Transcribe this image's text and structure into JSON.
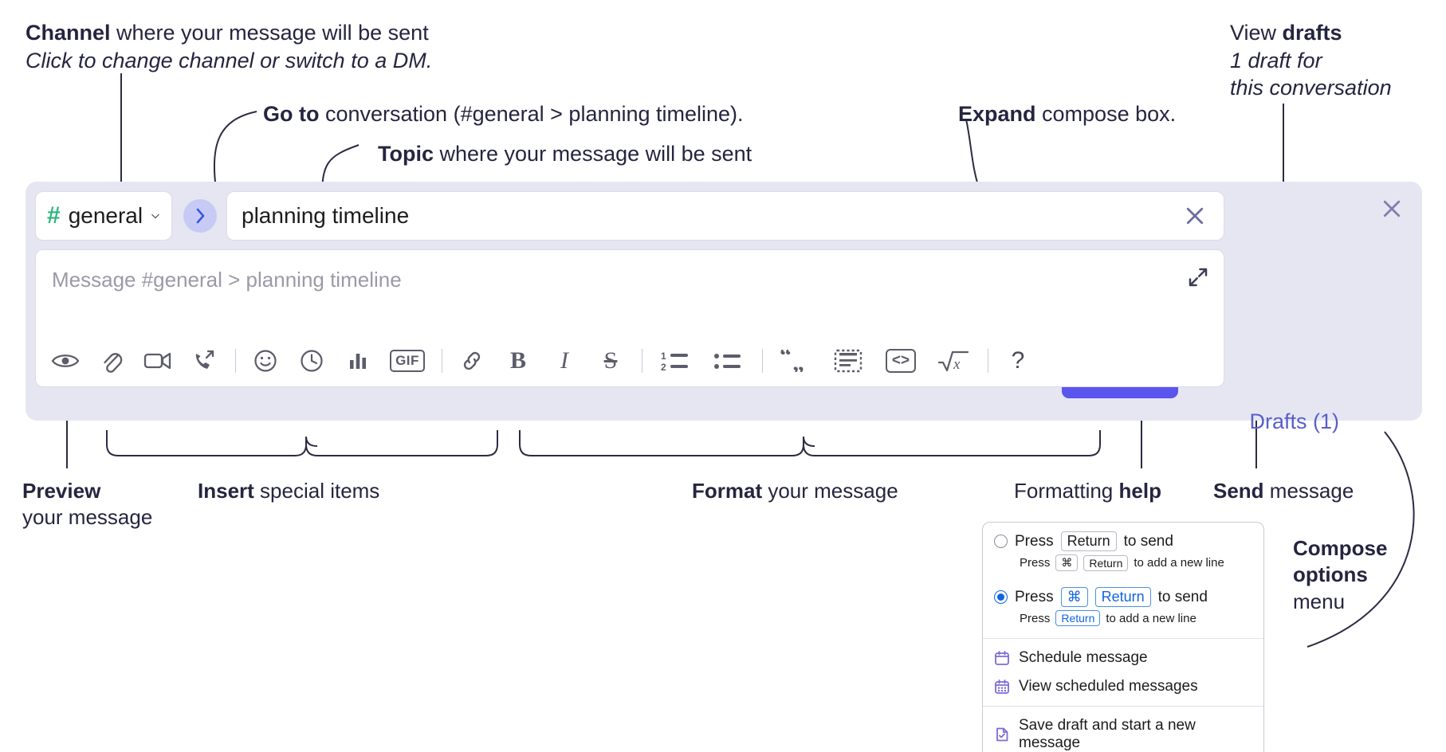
{
  "annotations": {
    "channel": {
      "bold": "Channel",
      "rest": " where your message will be sent",
      "italic": "Click to change channel or switch to a DM."
    },
    "goto": {
      "bold": "Go to",
      "rest": " conversation (#general > planning timeline)."
    },
    "topic": {
      "bold": "Topic",
      "rest": " where your message will be sent"
    },
    "expand": {
      "bold": "Expand",
      "rest": " compose box."
    },
    "drafts": {
      "bold1": "View ",
      "bold2": "drafts",
      "italic1": "1 draft for",
      "italic2": "this conversation"
    },
    "preview": {
      "bold": "Preview",
      "rest": "your message"
    },
    "insert": {
      "bold": "Insert",
      "rest": " special items"
    },
    "format": {
      "bold": "Format",
      "rest": " your message"
    },
    "help": {
      "pre": "Formatting ",
      "bold": "help"
    },
    "send": {
      "bold": "Send",
      "rest": " message"
    },
    "compose_options": {
      "bold1": "Compose",
      "bold2": "options",
      "rest": "menu"
    }
  },
  "compose": {
    "channel_chip": {
      "hash_icon": "hash-icon",
      "name": "general",
      "chevron_icon": "chevron-down-icon"
    },
    "goto_button": {
      "icon": "chevron-right-icon",
      "label": "›"
    },
    "topic": {
      "value": "planning timeline",
      "close_icon": "close-icon"
    },
    "message": {
      "placeholder": "Message #general > planning timeline",
      "expand_icon": "expand-icon"
    },
    "drafts_label": "Drafts (1)",
    "rail_close_icon": "close-icon",
    "send_button": {
      "icon": "send-icon"
    },
    "kebab_button": {
      "icon": "more-vertical-icon"
    },
    "toolbar": [
      {
        "name": "preview-button",
        "icon": "eye-icon"
      },
      {
        "name": "attach-button",
        "icon": "paperclip-icon"
      },
      {
        "name": "video-button",
        "icon": "video-camera-icon"
      },
      {
        "name": "huddle-button",
        "icon": "phone-arrow-icon"
      },
      {
        "name": "emoji-button",
        "icon": "smiley-icon"
      },
      {
        "name": "reminder-button",
        "icon": "clock-icon"
      },
      {
        "name": "poll-button",
        "icon": "bar-chart-icon"
      },
      {
        "name": "gif-button",
        "icon": "gif-icon",
        "label": "GIF"
      },
      {
        "name": "link-button",
        "icon": "link-icon"
      },
      {
        "name": "bold-button",
        "icon": "bold-icon",
        "label": "B"
      },
      {
        "name": "italic-button",
        "icon": "italic-icon",
        "label": "I"
      },
      {
        "name": "strikethrough-button",
        "icon": "strikethrough-icon",
        "label": "S"
      },
      {
        "name": "ordered-list-button",
        "icon": "ordered-list-icon"
      },
      {
        "name": "bulleted-list-button",
        "icon": "bulleted-list-icon"
      },
      {
        "name": "blockquote-button",
        "icon": "quote-icon"
      },
      {
        "name": "code-block-button",
        "icon": "code-block-icon"
      },
      {
        "name": "inline-code-button",
        "icon": "code-icon"
      },
      {
        "name": "math-button",
        "icon": "square-root-icon"
      },
      {
        "name": "help-button",
        "icon": "question-mark-icon",
        "label": "?"
      }
    ]
  },
  "popup": {
    "option1": {
      "selected": false,
      "pre": "Press",
      "key": "Return",
      "post": "to send",
      "sub_pre": "Press",
      "sub_key1": "⌘",
      "sub_key2": "Return",
      "sub_post": "to add a new line"
    },
    "option2": {
      "selected": true,
      "pre": "Press",
      "key1": "⌘",
      "key2": "Return",
      "post": "to send",
      "sub_pre": "Press",
      "sub_key": "Return",
      "sub_post": "to add a new line"
    },
    "items": [
      {
        "label": "Schedule message",
        "icon": "calendar-icon"
      },
      {
        "label": "View scheduled messages",
        "icon": "calendar-grid-icon"
      },
      {
        "label": "Save draft and start a new message",
        "icon": "document-check-icon"
      }
    ]
  },
  "colors": {
    "compose_bg": "#e5e6f1",
    "send_button": "#5b55f0",
    "hash_green": "#2eb67d",
    "drafts_link": "#5b5ecb",
    "goto_circle": "#c7caf5",
    "radio_blue": "#1264e0",
    "menu_icon_purple": "#7c6cd6"
  }
}
